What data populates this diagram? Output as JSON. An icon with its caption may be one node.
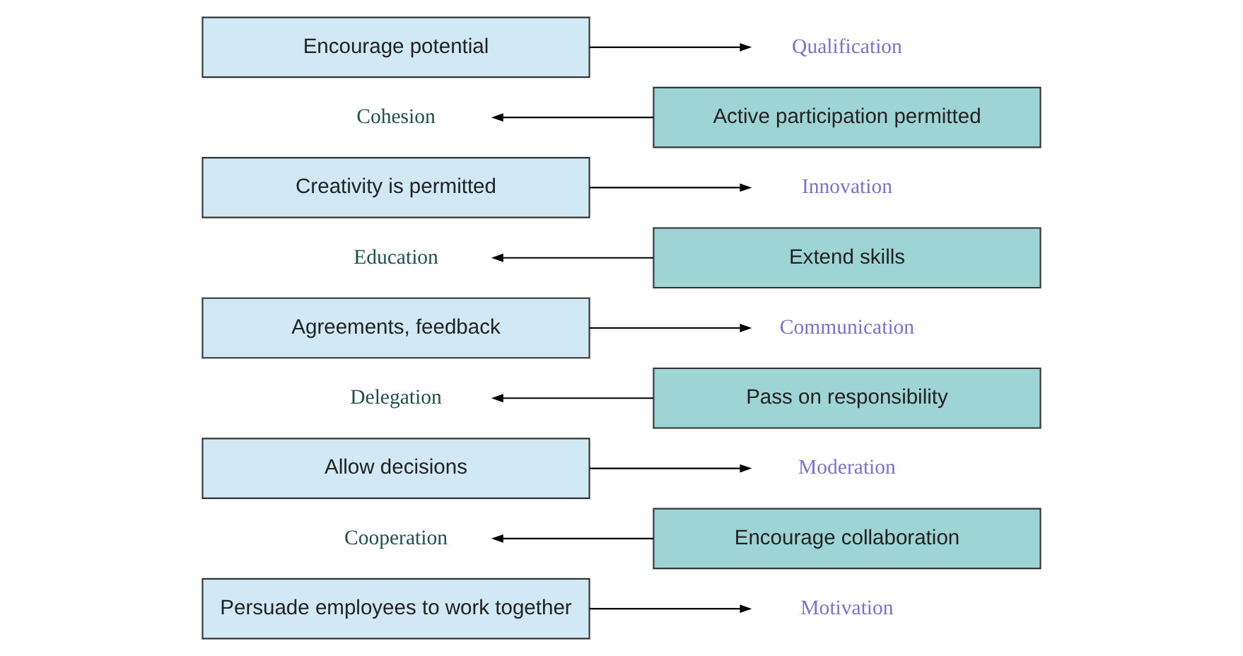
{
  "diagram": {
    "nodes": [
      {
        "text": [
          "Persuade employees to work together"
        ]
      },
      {
        "text": [
          "Motivation"
        ]
      },
      {
        "text": [
          "Cooperation"
        ]
      },
      {
        "text": [
          "Encourage collaboration"
        ]
      },
      {
        "text": [
          "Allow decisions"
        ]
      },
      {
        "text": [
          "Moderation"
        ]
      },
      {
        "text": [
          "Delegation"
        ]
      },
      {
        "text": [
          "Pass on responsibility"
        ]
      },
      {
        "text": [
          "Agreements, feedback"
        ]
      },
      {
        "text": [
          "Communication"
        ]
      },
      {
        "text": [
          "Education"
        ]
      },
      {
        "text": [
          "Extend skills"
        ]
      },
      {
        "text": [
          "Creativity is permitted"
        ]
      },
      {
        "text": [
          "Innovation"
        ]
      },
      {
        "text": [
          "Cohesion"
        ]
      },
      {
        "text": [
          "Active participation permitted"
        ]
      },
      {
        "text": [
          "Encourage potential"
        ]
      },
      {
        "text": [
          "Qualification"
        ]
      }
    ],
    "edges": [
      {
        "from": 0,
        "to": 1,
        "arrow": "to"
      },
      {
        "from": 3,
        "to": 2,
        "arrow": "to"
      },
      {
        "from": 4,
        "to": 5,
        "arrow": "to"
      },
      {
        "from": 7,
        "to": 6,
        "arrow": "to"
      },
      {
        "from": 8,
        "to": 9,
        "arrow": "to"
      },
      {
        "from": 11,
        "to": 10,
        "arrow": "to"
      },
      {
        "from": 12,
        "to": 13,
        "arrow": "to"
      },
      {
        "from": 15,
        "to": 14,
        "arrow": "to"
      },
      {
        "from": 16,
        "to": 17,
        "arrow": "to"
      }
    ]
  }
}
